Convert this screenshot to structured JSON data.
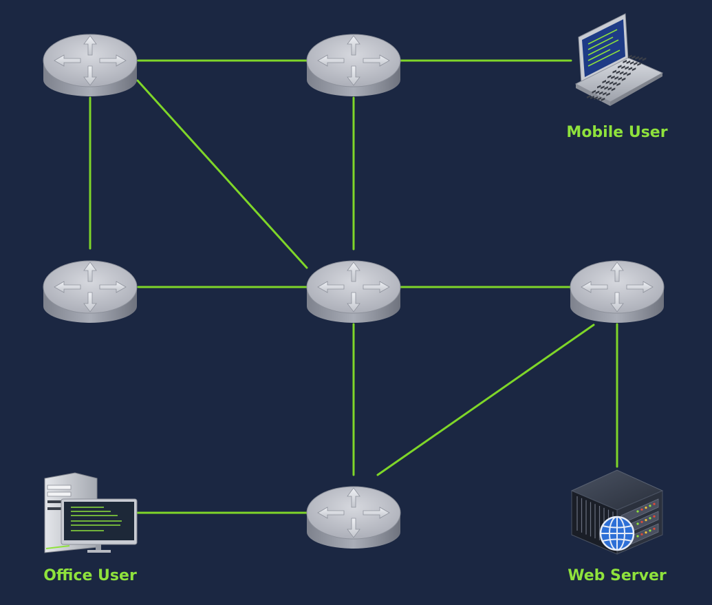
{
  "diagram": {
    "background_color": "#1b2742",
    "link_color": "#7fd629",
    "label_color": "#8fe23c",
    "router_body_color": "#b7bac3",
    "nodes": [
      {
        "id": "r1",
        "kind": "router",
        "icon": "router-icon",
        "label": ""
      },
      {
        "id": "r2",
        "kind": "router",
        "icon": "router-icon",
        "label": ""
      },
      {
        "id": "r3",
        "kind": "router",
        "icon": "router-icon",
        "label": ""
      },
      {
        "id": "r4",
        "kind": "router",
        "icon": "router-icon",
        "label": ""
      },
      {
        "id": "r5",
        "kind": "router",
        "icon": "router-icon",
        "label": ""
      },
      {
        "id": "r6",
        "kind": "router",
        "icon": "router-icon",
        "label": ""
      },
      {
        "id": "mobile",
        "kind": "laptop",
        "icon": "laptop-icon",
        "label": "Mobile User"
      },
      {
        "id": "office",
        "kind": "workstation",
        "icon": "desktop-computer-icon",
        "label": "Office User"
      },
      {
        "id": "server",
        "kind": "server",
        "icon": "web-server-icon",
        "label": "Web Server"
      }
    ],
    "links": [
      [
        "r1",
        "r2"
      ],
      [
        "r2",
        "mobile"
      ],
      [
        "r1",
        "r3"
      ],
      [
        "r1",
        "r4"
      ],
      [
        "r2",
        "r4"
      ],
      [
        "r3",
        "r4"
      ],
      [
        "r4",
        "r5"
      ],
      [
        "r4",
        "r6"
      ],
      [
        "r5",
        "r6"
      ],
      [
        "r5",
        "server"
      ],
      [
        "office",
        "r6"
      ]
    ]
  }
}
